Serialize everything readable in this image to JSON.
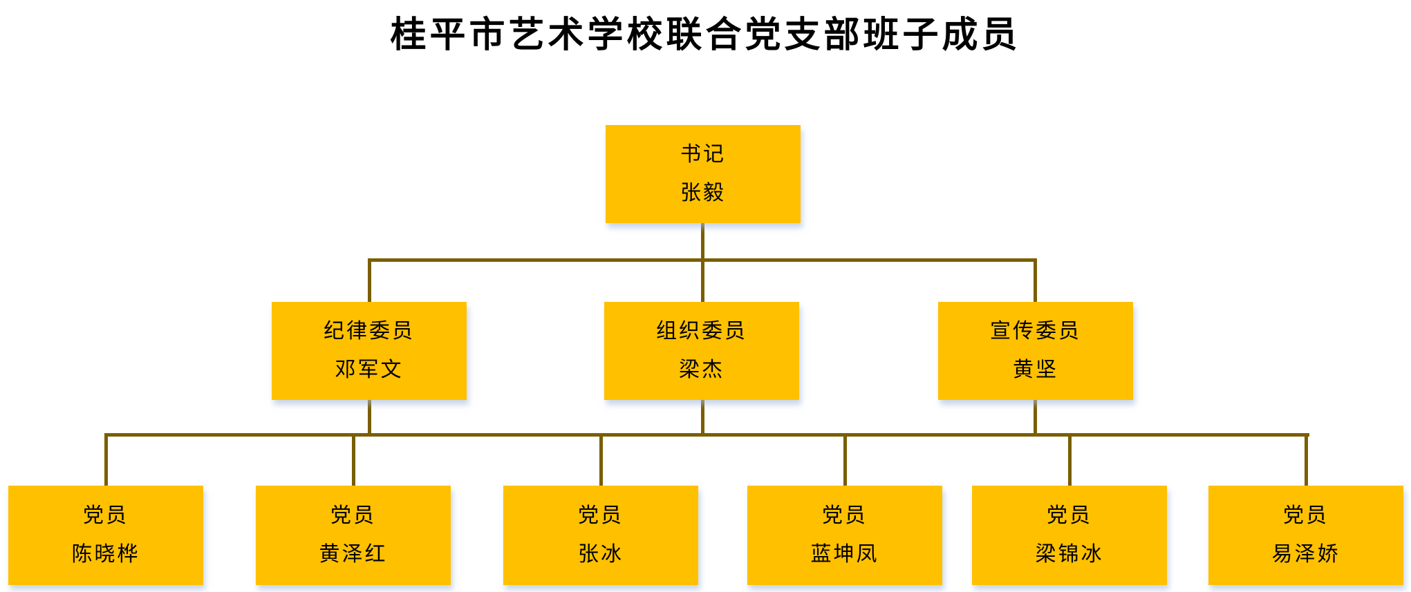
{
  "title": "桂平市艺术学校联合党支部班子成员",
  "colors": {
    "box_fill": "#FFC000",
    "connector_line": "#7A5E00",
    "text": "#000000",
    "background": "#FFFFFF"
  },
  "chart_data": {
    "type": "org-chart",
    "title": "桂平市艺术学校联合党支部班子成员",
    "root": {
      "role": "书记",
      "name": "张毅"
    },
    "level2": [
      {
        "role": "纪律委员",
        "name": "邓军文"
      },
      {
        "role": "组织委员",
        "name": "梁杰"
      },
      {
        "role": "宣传委员",
        "name": "黄坚"
      }
    ],
    "level3": [
      {
        "role": "党员",
        "name": "陈晓桦"
      },
      {
        "role": "党员",
        "name": "黄泽红"
      },
      {
        "role": "党员",
        "name": "张冰"
      },
      {
        "role": "党员",
        "name": "蓝坤凤"
      },
      {
        "role": "党员",
        "name": "梁锦冰"
      },
      {
        "role": "党员",
        "name": "易泽娇"
      }
    ]
  }
}
